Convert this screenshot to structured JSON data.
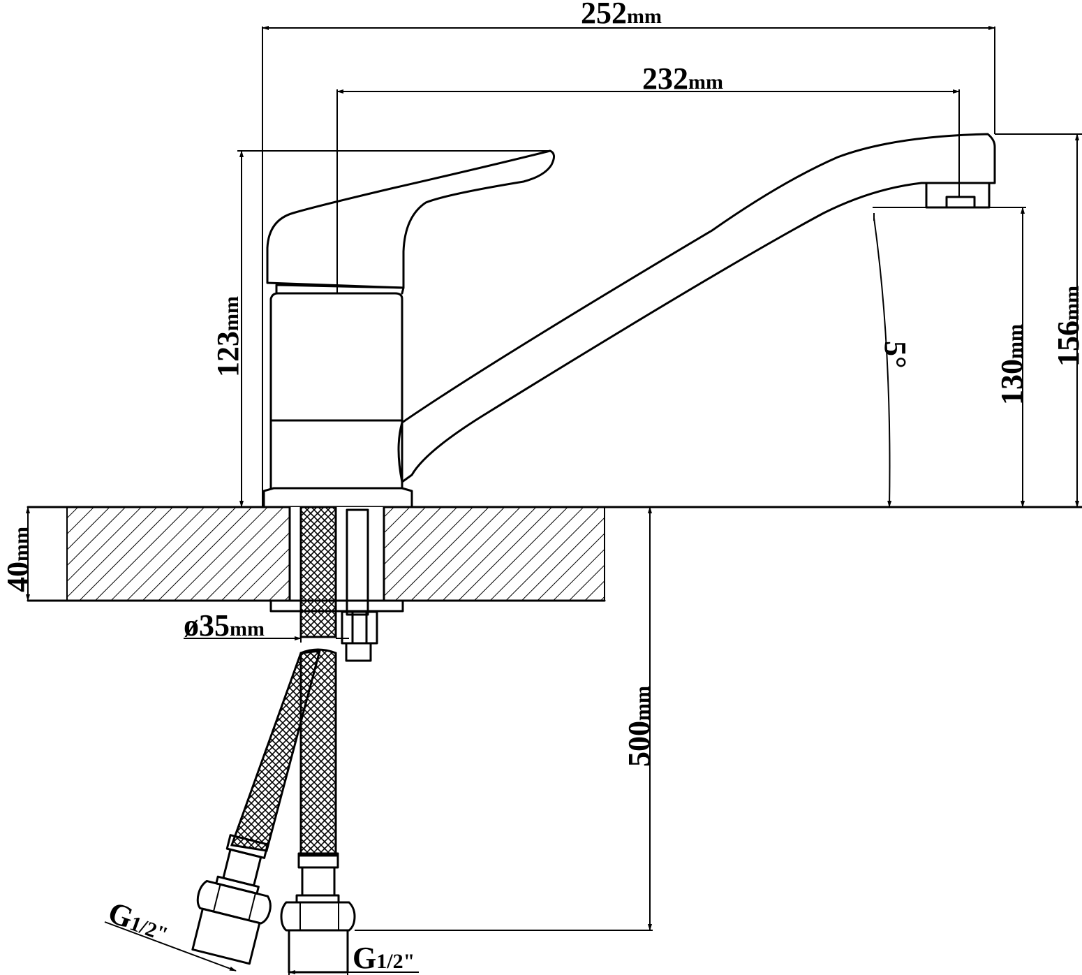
{
  "dimensions": {
    "total_length": {
      "value": "252",
      "unit": "mm"
    },
    "spout_reach": {
      "value": "232",
      "unit": "mm"
    },
    "body_height": {
      "value": "123",
      "unit": "mm"
    },
    "total_height": {
      "value": "156",
      "unit": "mm"
    },
    "spout_height": {
      "value": "130",
      "unit": "mm"
    },
    "angle": {
      "value": "5",
      "unit": "°"
    },
    "countertop_thickness": {
      "value": "40",
      "unit": "mm"
    },
    "mount_hole_diameter": {
      "value": "ø35",
      "unit": "mm"
    },
    "hose_length": {
      "value": "500",
      "unit": "mm"
    },
    "thread_left": {
      "value": "G",
      "fraction": "1/2",
      "suffix": "\""
    },
    "thread_right": {
      "value": "G",
      "fraction": "1/2",
      "suffix": "\""
    }
  },
  "colors": {
    "line": "#000000",
    "background": "#ffffff"
  }
}
